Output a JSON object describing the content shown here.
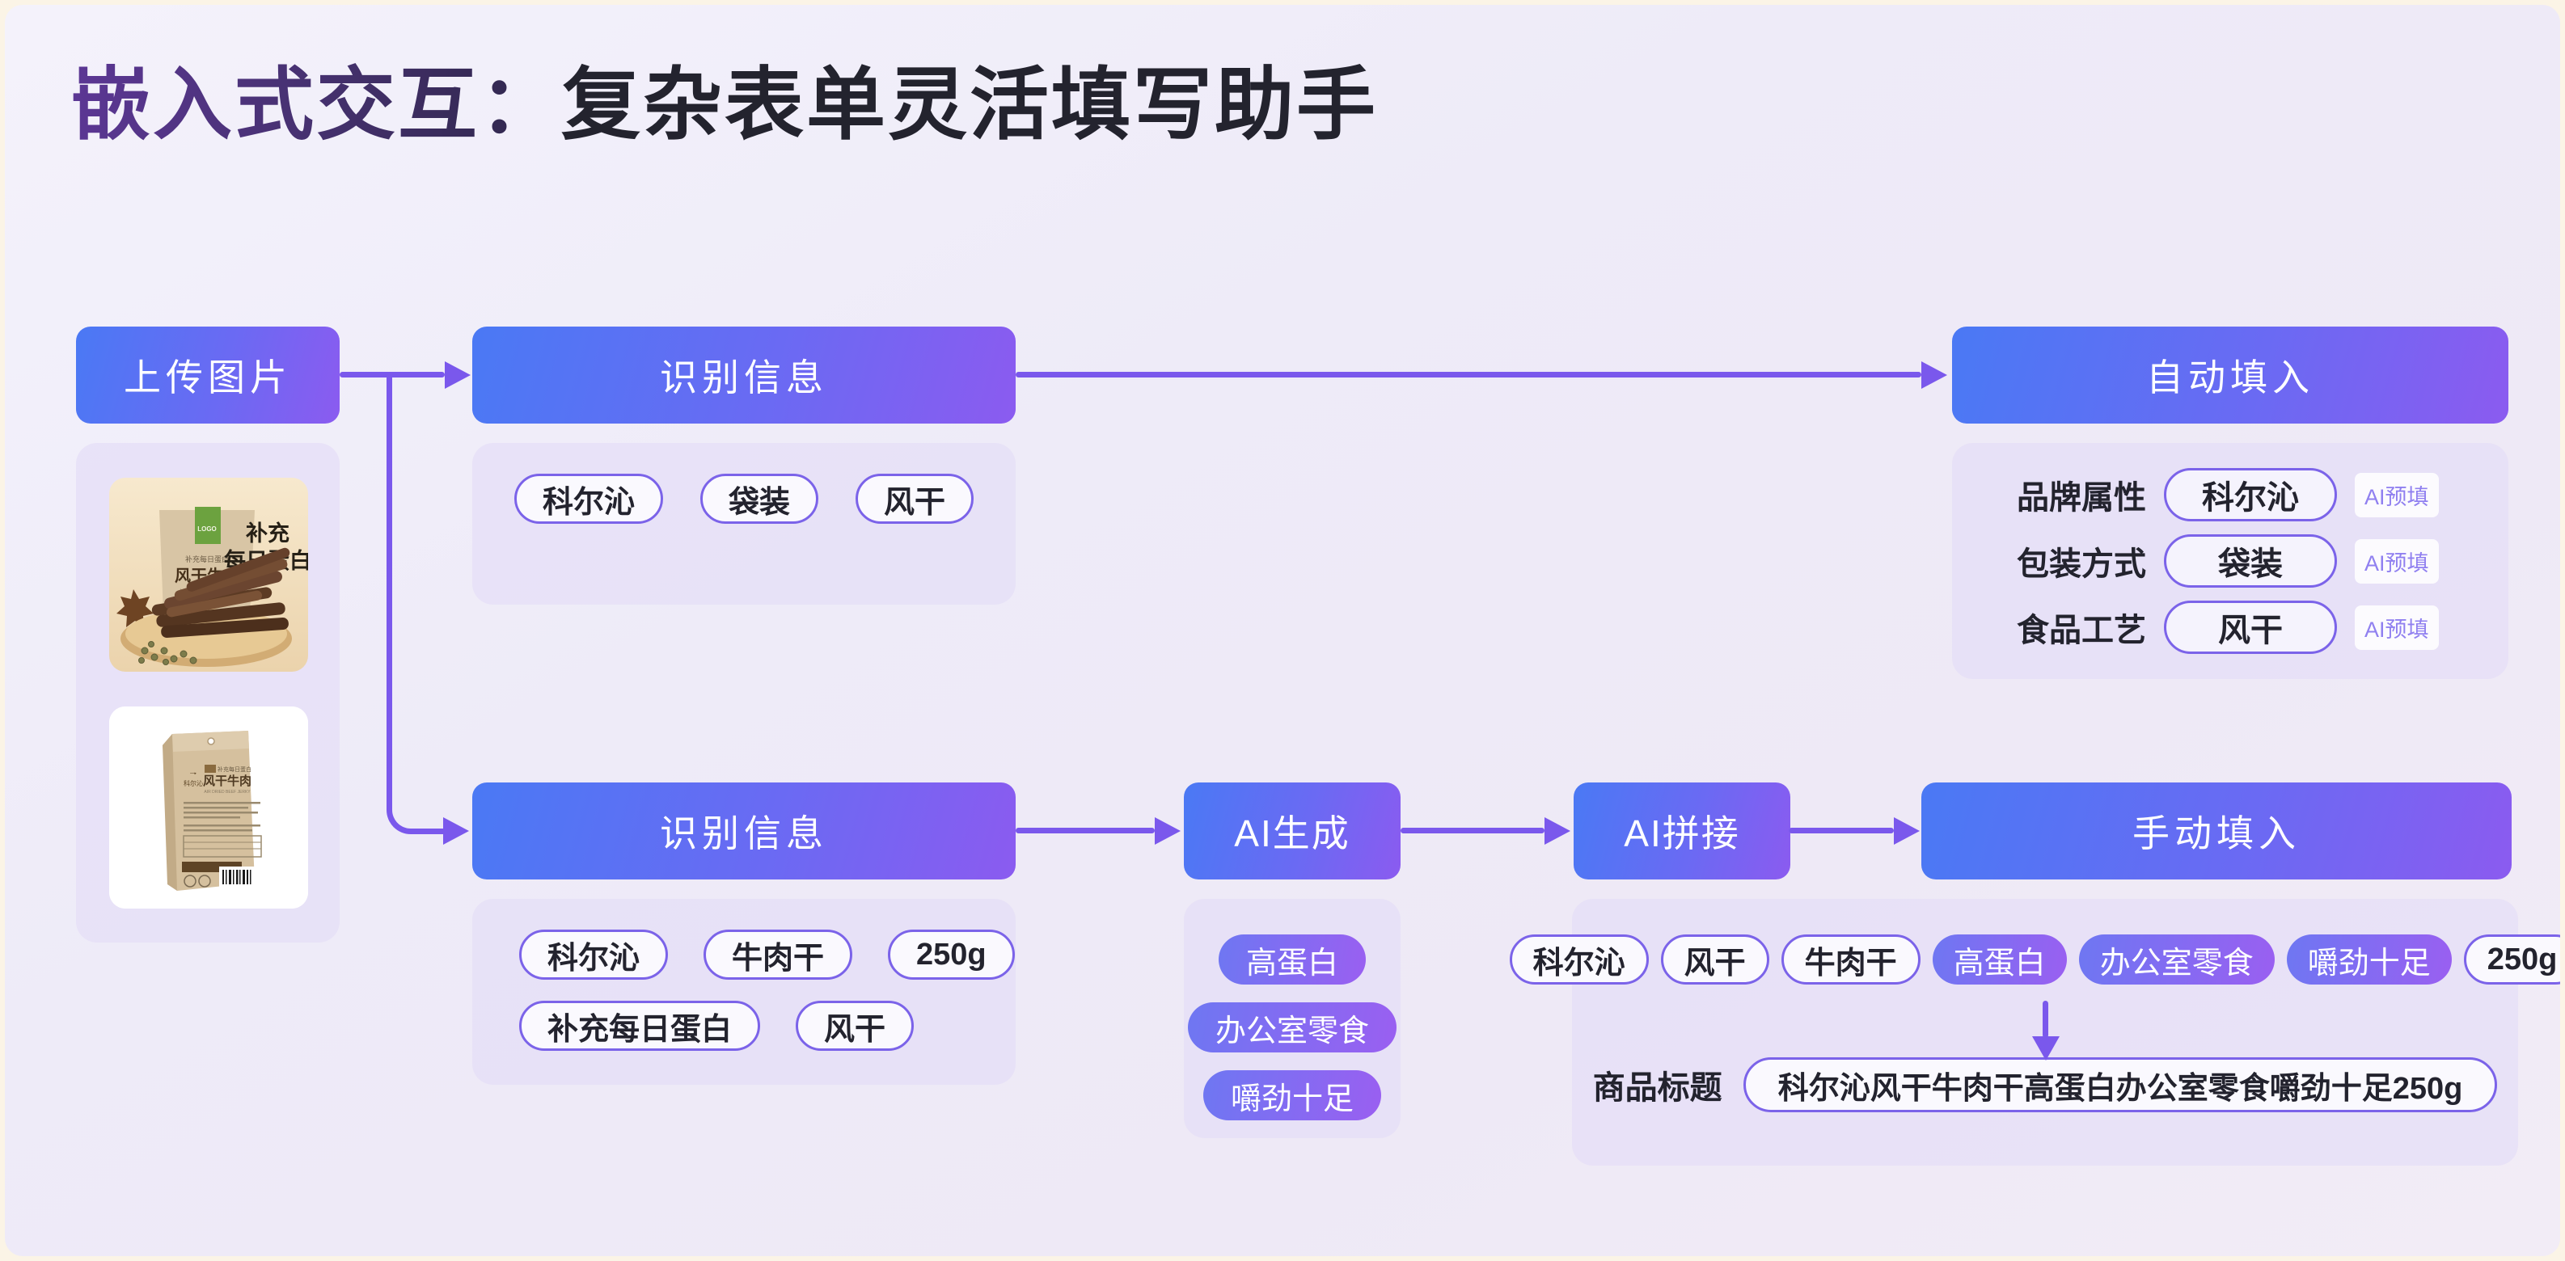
{
  "colors": {
    "accent": "#7A58EC",
    "node_gradient_start": "#4A79F4",
    "node_gradient_end": "#8B5BF0",
    "tag_border": "#7B63E9",
    "title_purple": "#5C3795",
    "title_dark": "#23232E",
    "frame": "#FBF4E6"
  },
  "title": {
    "highlight": "嵌入式交互：",
    "rest": "复杂表单灵活填写助手"
  },
  "flow": {
    "upload": {
      "label": "上传图片"
    },
    "photo1": {
      "caption_line1": "补充",
      "caption_line2": "每日蛋白",
      "bag_subtitle": "补充每日蛋白",
      "bag_title": "风干牛肉"
    },
    "photo2": {
      "bag_title": "风干牛肉"
    },
    "recognize_top": {
      "label": "识别信息",
      "tags": [
        "科尔沁",
        "袋装",
        "风干"
      ]
    },
    "autofill": {
      "label": "自动填入",
      "fields": [
        {
          "label": "品牌属性",
          "value": "科尔沁",
          "badge": "AI预填"
        },
        {
          "label": "包装方式",
          "value": "袋装",
          "badge": "AI预填"
        },
        {
          "label": "食品工艺",
          "value": "风干",
          "badge": "AI预填"
        }
      ]
    },
    "recognize_bottom": {
      "label": "识别信息",
      "tags_row1": [
        "科尔沁",
        "牛肉干",
        "250g"
      ],
      "tags_row2": [
        "补充每日蛋白",
        "风干"
      ]
    },
    "ai_generate": {
      "label": "AI生成",
      "tags": [
        "高蛋白",
        "办公室零食",
        "嚼劲十足"
      ]
    },
    "ai_join": {
      "label": "AI拼接"
    },
    "manual": {
      "label": "手动填入",
      "tags": [
        {
          "text": "科尔沁",
          "filled": false
        },
        {
          "text": "风干",
          "filled": false
        },
        {
          "text": "牛肉干",
          "filled": false
        },
        {
          "text": "高蛋白",
          "filled": true
        },
        {
          "text": "办公室零食",
          "filled": true
        },
        {
          "text": "嚼劲十足",
          "filled": true
        },
        {
          "text": "250g",
          "filled": false
        }
      ],
      "title_label": "商品标题",
      "title_value": "科尔沁风干牛肉干高蛋白办公室零食嚼劲十足250g"
    }
  }
}
